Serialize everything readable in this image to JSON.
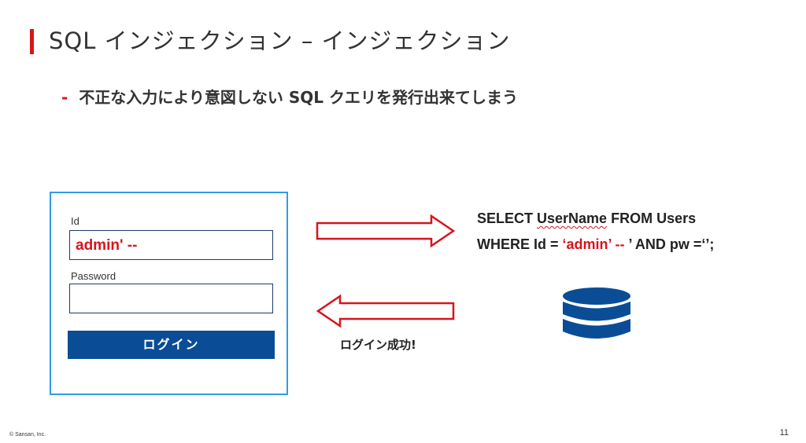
{
  "slide": {
    "title": "SQL インジェクション – インジェクション",
    "bullet_marker": "-",
    "bullet_text": "不正な入力により意図しない SQL クエリを発行出来てしまう"
  },
  "login_form": {
    "id_label": "Id",
    "id_value": "admin' --",
    "password_label": "Password",
    "password_value": "",
    "login_button_label": "ログイン"
  },
  "sql": {
    "line1_prefix": "SELECT ",
    "line1_column": "UserName",
    "line1_suffix": " FROM Users",
    "line2_prefix": "WHERE Id = ",
    "line2_injected": "‘admin’ --",
    "line2_suffix": " ’ AND pw =‘’;"
  },
  "result": {
    "success_label": "ログイン成功!"
  },
  "icons": {
    "database": "database-icon",
    "arrow_right": "arrow-right-icon",
    "arrow_left": "arrow-left-icon"
  },
  "colors": {
    "accent_red": "#d8141b",
    "login_border_blue": "#2f9be6",
    "button_navy": "#0a4d96",
    "database_navy": "#0a4d96"
  },
  "footer": {
    "copyright": "© Sansan, Inc.",
    "page_number": "11"
  }
}
